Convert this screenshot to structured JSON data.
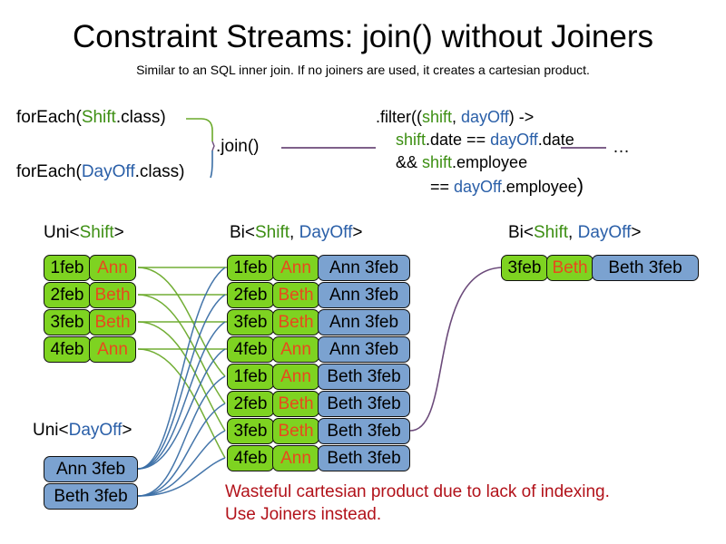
{
  "slide": {
    "title": "Constraint Streams: join() without Joiners",
    "subtitle": "Similar to an SQL inner join. If no joiners are used, it creates a cartesian product."
  },
  "colors": {
    "shift_green": "#3d8f13",
    "dayoff_blue": "#2a5fa8",
    "box_green": "#7ed321",
    "box_blue": "#7ba2d0",
    "name_orange": "#e8491d",
    "warning_red": "#b2121a",
    "wire_green": "#6aaa2a",
    "wire_blue": "#3a6ea5",
    "wire_purple": "#6b4a7a"
  },
  "code": {
    "foreach_shift": {
      "prefix": "forEach(",
      "type": "Shift",
      "suffix": ".class)"
    },
    "foreach_dayoff": {
      "prefix": "forEach(",
      "type": "DayOff",
      "suffix": ".class)"
    },
    "join_label": ".join()",
    "ellipsis": "…",
    "filter": {
      "line1_prefix": ".filter((",
      "line1_param1": "shift",
      "line1_comma": ", ",
      "line1_param2": "dayOff",
      "line1_suffix": ") ->",
      "line2_a": "shift",
      "line2_b": ".date == ",
      "line2_c": "dayOff",
      "line2_d": ".date",
      "line3_a": "&& ",
      "line3_b": "shift",
      "line3_c": ".employee",
      "line4_a": "== ",
      "line4_b": "dayOff",
      "line4_c": ".employee",
      "line4_d": ")"
    }
  },
  "captions": {
    "uni_shift": {
      "prefix": "Uni<",
      "type": "Shift",
      "suffix": ">"
    },
    "bi_middle": {
      "prefix": "Bi<",
      "type1": "Shift",
      "comma": ", ",
      "type2": "DayOff",
      "suffix": ">"
    },
    "bi_right": {
      "prefix": "Bi<",
      "type1": "Shift",
      "comma": ", ",
      "type2": "DayOff",
      "suffix": ">"
    },
    "uni_dayoff": {
      "prefix": "Uni<",
      "type": "DayOff",
      "suffix": ">"
    }
  },
  "uni_shift_rows": [
    {
      "date": "1feb",
      "name": "Ann"
    },
    {
      "date": "2feb",
      "name": "Beth"
    },
    {
      "date": "3feb",
      "name": "Beth"
    },
    {
      "date": "4feb",
      "name": "Ann"
    }
  ],
  "uni_dayoff_rows": [
    {
      "label": "Ann 3feb"
    },
    {
      "label": "Beth 3feb"
    }
  ],
  "bi_middle_rows": [
    {
      "date": "1feb",
      "name": "Ann",
      "dayoff": "Ann 3feb"
    },
    {
      "date": "2feb",
      "name": "Beth",
      "dayoff": "Ann 3feb"
    },
    {
      "date": "3feb",
      "name": "Beth",
      "dayoff": "Ann 3feb"
    },
    {
      "date": "4feb",
      "name": "Ann",
      "dayoff": "Ann 3feb"
    },
    {
      "date": "1feb",
      "name": "Ann",
      "dayoff": "Beth 3feb"
    },
    {
      "date": "2feb",
      "name": "Beth",
      "dayoff": "Beth 3feb"
    },
    {
      "date": "3feb",
      "name": "Beth",
      "dayoff": "Beth 3feb"
    },
    {
      "date": "4feb",
      "name": "Ann",
      "dayoff": "Beth 3feb"
    }
  ],
  "bi_right_rows": [
    {
      "date": "3feb",
      "name": "Beth",
      "dayoff": "Beth 3feb"
    }
  ],
  "warning": {
    "line1": "Wasteful cartesian product due to lack of indexing.",
    "line2": "Use Joiners instead."
  }
}
